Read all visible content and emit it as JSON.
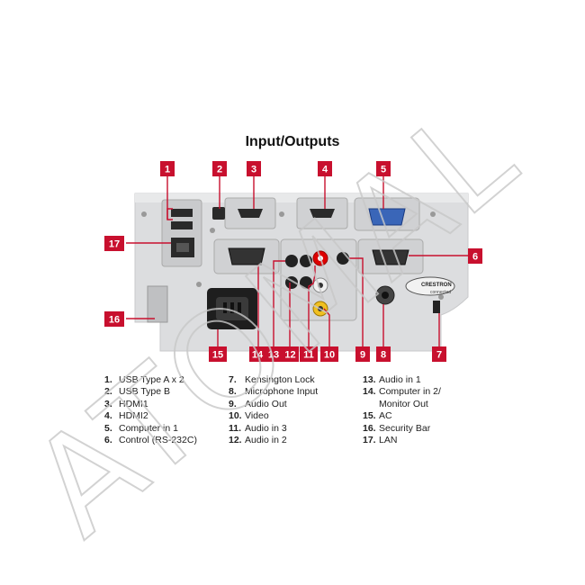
{
  "title": "Input/Outputs",
  "brand_badge": {
    "line1": "CRESTRON",
    "line2": "connected"
  },
  "callouts": [
    "1",
    "2",
    "3",
    "4",
    "5",
    "6",
    "7",
    "8",
    "9",
    "10",
    "11",
    "12",
    "13",
    "14",
    "15",
    "16",
    "17"
  ],
  "legend": {
    "col1": [
      {
        "num": "1.",
        "label": "USB Type A x 2"
      },
      {
        "num": "2.",
        "label": "USB Type B"
      },
      {
        "num": "3.",
        "label": "HDMI1"
      },
      {
        "num": "4.",
        "label": "HDMI2"
      },
      {
        "num": "5.",
        "label": "Computer in 1"
      },
      {
        "num": "6.",
        "label": "Control (RS-232C)"
      }
    ],
    "col2": [
      {
        "num": "7.",
        "label": "Kensington Lock"
      },
      {
        "num": "8.",
        "label": "Microphone Input"
      },
      {
        "num": "9.",
        "label": "Audio Out"
      },
      {
        "num": "10.",
        "label": "Video"
      },
      {
        "num": "11.",
        "label": "Audio in 3"
      },
      {
        "num": "12.",
        "label": "Audio in 2"
      }
    ],
    "col3": [
      {
        "num": "13.",
        "label": "Audio in 1"
      },
      {
        "num": "14.",
        "label": "Computer in 2/"
      },
      {
        "num": "",
        "label": "Monitor Out"
      },
      {
        "num": "15.",
        "label": "AC"
      },
      {
        "num": "16.",
        "label": "Security Bar"
      },
      {
        "num": "17.",
        "label": "LAN"
      }
    ]
  },
  "watermark": "ATOMAL",
  "colors": {
    "callout": "#c8102e",
    "panel": "#dedfe1",
    "port": "#2a2a2a"
  }
}
